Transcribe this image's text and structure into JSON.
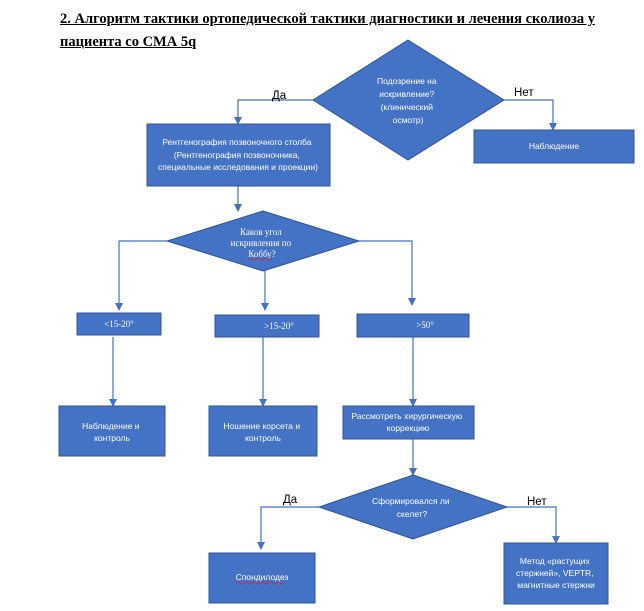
{
  "heading": {
    "line1": "2. Алгоритм тактики ортопедической тактики диагностики и лечения сколиоза у",
    "line2": "пациента со СМА 5q"
  },
  "nodes": {
    "suspicion": [
      "Подозрение на",
      "искривление?",
      "(клинический",
      "осмотр)"
    ],
    "xray": [
      "Рентгенография позвоночного столба",
      "(Рентгенография позвоночника,",
      "специальные исследования и проекции)"
    ],
    "observation_top": [
      "Наблюдение"
    ],
    "cobb": [
      "Каков угол",
      "искривления по",
      "Коббу?"
    ],
    "range_low": [
      "<15-20°"
    ],
    "range_mid": [
      ">15-20°"
    ],
    "range_high": [
      ">50°"
    ],
    "observe_control": [
      "Наблюдение и",
      "контроль"
    ],
    "corset": [
      "Ношение корсета и",
      "контроль"
    ],
    "surgery": [
      "Рассмотреть хирургическую",
      "коррекцию"
    ],
    "skeleton": [
      "Сформировался ли",
      "скелет?"
    ],
    "spondylodesis": [
      "Спондилодез"
    ],
    "growing_rods": [
      "Метод «растущих",
      "стержней», VEPTR,",
      "магнитные стержни"
    ]
  },
  "edge_labels": {
    "yes_top": "Да",
    "no_top": "Нет",
    "yes_bottom": "Да",
    "no_bottom": "Нет"
  },
  "colors": {
    "box_fill": "#4472C4",
    "box_stroke": "#2F5597",
    "connector": "#4472C4"
  }
}
